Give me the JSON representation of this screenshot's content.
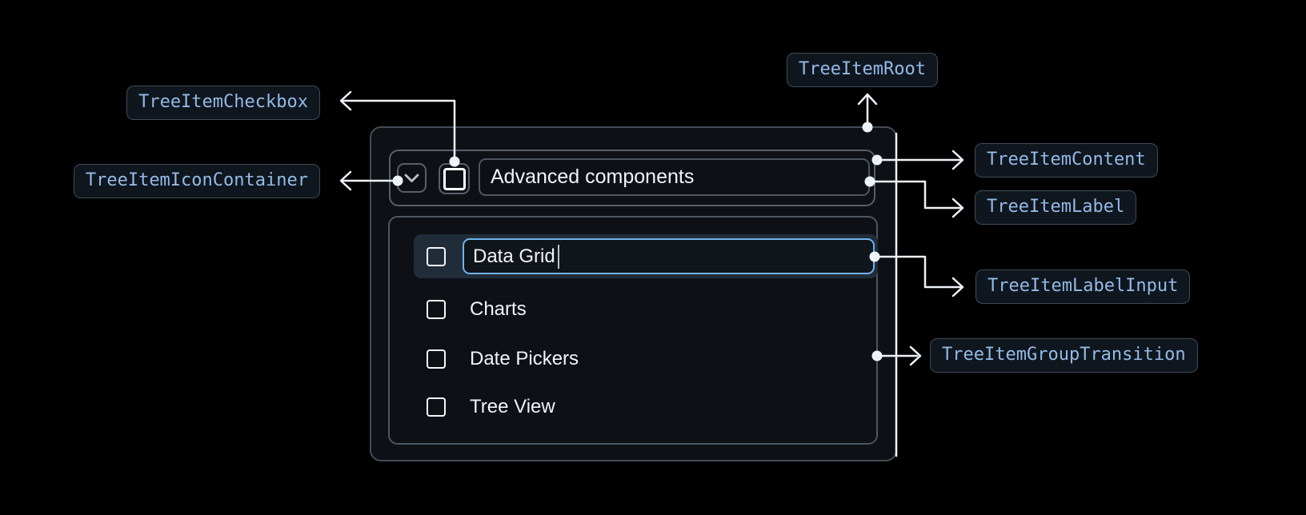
{
  "annotations": {
    "root": {
      "label": "TreeItemRoot"
    },
    "content": {
      "label": "TreeItemContent"
    },
    "label": {
      "label": "TreeItemLabel"
    },
    "label_input": {
      "label": "TreeItemLabelInput"
    },
    "group_transition": {
      "label": "TreeItemGroupTransition"
    },
    "checkbox": {
      "label": "TreeItemCheckbox"
    },
    "icon_container": {
      "label": "TreeItemIconContainer"
    }
  },
  "tree": {
    "parent": {
      "label": "Advanced components",
      "expanded": true,
      "checked": false
    },
    "children": [
      {
        "label": "Data Grid",
        "checked": false,
        "editing": true
      },
      {
        "label": "Charts",
        "checked": false,
        "editing": false
      },
      {
        "label": "Date Pickers",
        "checked": false,
        "editing": false
      },
      {
        "label": "Tree View",
        "checked": false,
        "editing": false
      }
    ]
  },
  "colors": {
    "accent_blue": "#72b2ec",
    "badge_text": "#92bae7",
    "connector_white": "#eef3f8",
    "selected_row_bg": "#212c39"
  }
}
